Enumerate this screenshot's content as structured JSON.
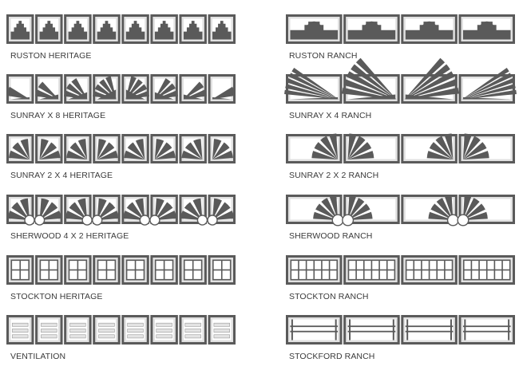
{
  "colors": {
    "frame": "#5a5a5a",
    "frame_edge": "#3e3e3e",
    "bevel": "#e1e1e1",
    "glass": "#ffffff",
    "insert": "#5a5a5a",
    "label": "#3a3a3a"
  },
  "columns": [
    {
      "variant": "heritage",
      "items": [
        {
          "label": "RUSTON HERITAGE",
          "design": "ruston"
        },
        {
          "label": "SUNRAY X 8 HERITAGE",
          "design": "sunray8"
        },
        {
          "label": "SUNRAY 2 X 4 HERITAGE",
          "design": "sunray2x4"
        },
        {
          "label": "SHERWOOD 4 X 2 HERITAGE",
          "design": "sherwood"
        },
        {
          "label": "STOCKTON HERITAGE",
          "design": "stockton"
        },
        {
          "label": "VENTILATION",
          "design": "ventilation"
        }
      ]
    },
    {
      "variant": "ranch",
      "items": [
        {
          "label": "RUSTON RANCH",
          "design": "ruston"
        },
        {
          "label": "SUNRAY X 4 RANCH",
          "design": "sunray8"
        },
        {
          "label": "SUNRAY 2 X 2 RANCH",
          "design": "sunray2x4"
        },
        {
          "label": "SHERWOOD RANCH",
          "design": "sherwood"
        },
        {
          "label": "STOCKTON RANCH",
          "design": "stockton"
        },
        {
          "label": "STOCKFORD RANCH",
          "design": "stockford"
        }
      ]
    }
  ]
}
